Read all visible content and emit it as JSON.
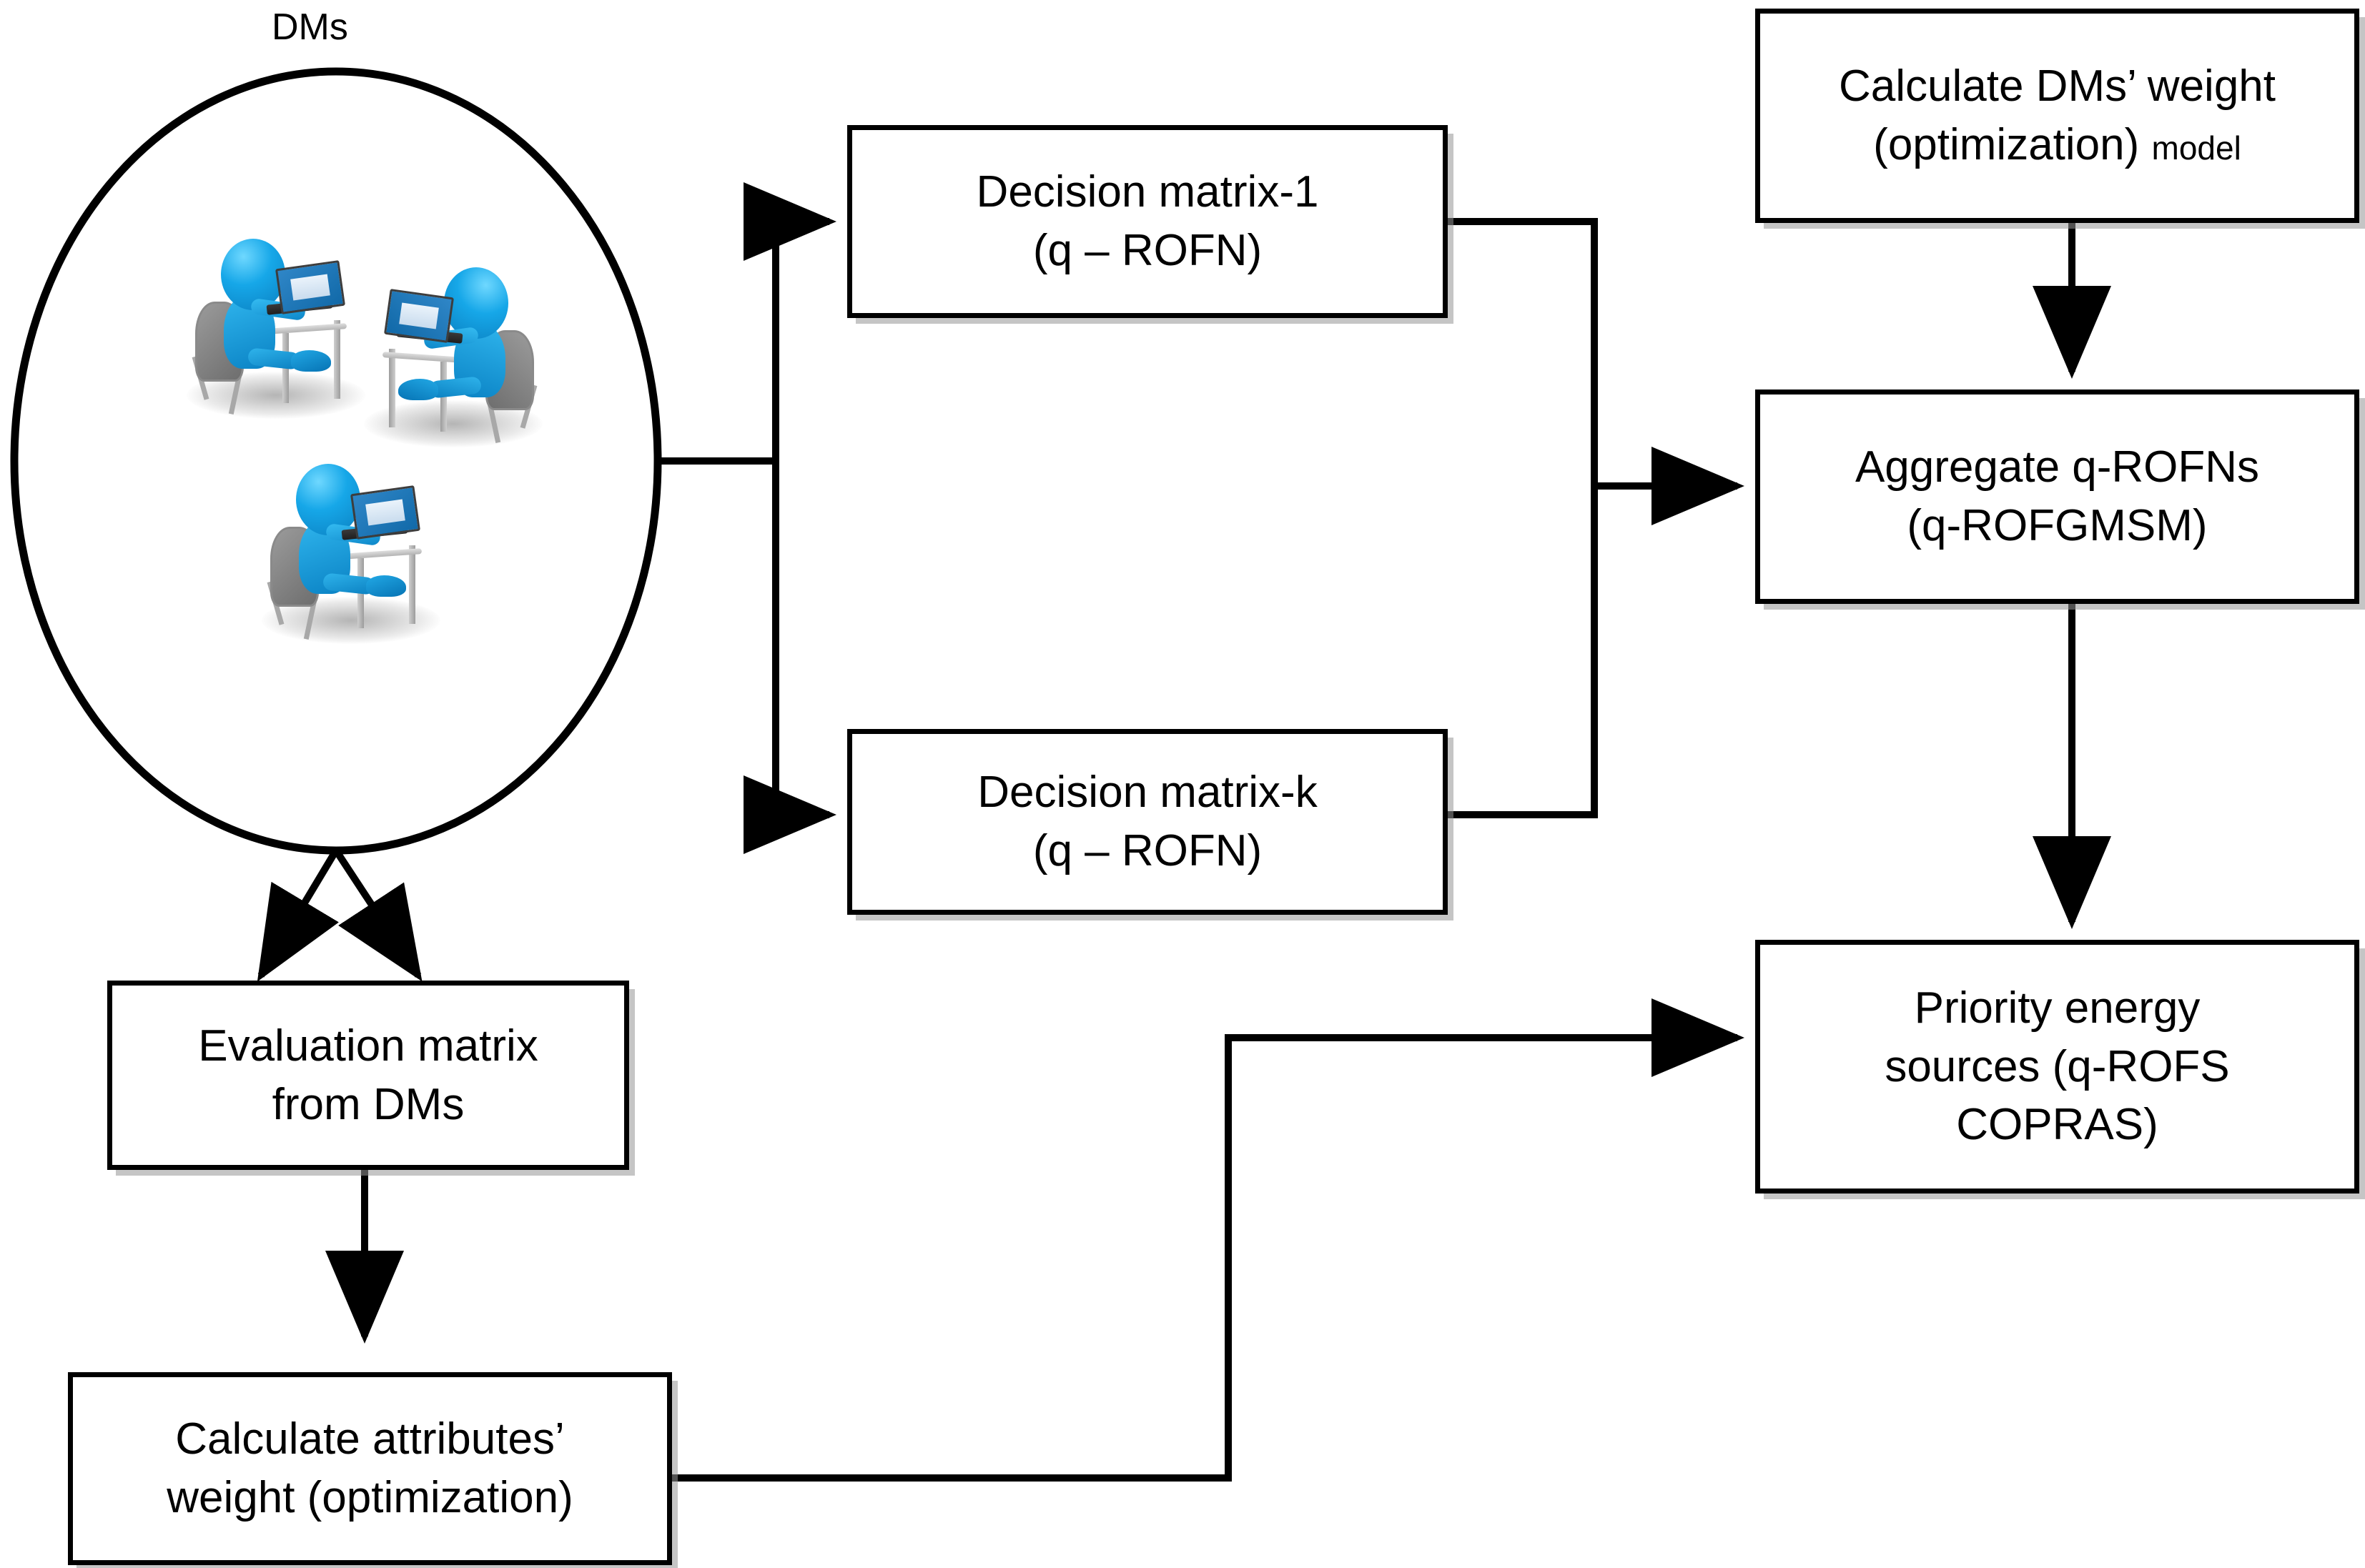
{
  "diagram": {
    "title_label": "DMs",
    "type": "flowchart",
    "colors": {
      "node_border": "#000000",
      "node_fill": "#ffffff",
      "connector": "#000000",
      "figure_blue": "#16a7e8",
      "chair_gray": "#8a8a8a"
    },
    "group": {
      "name": "dms-group",
      "label": "DMs",
      "member_count": 3,
      "member_icon": "person-at-laptop-icon"
    },
    "nodes": [
      {
        "id": "decision-matrix-1",
        "line1": "Decision matrix-1",
        "line2": "(q – ROFN)"
      },
      {
        "id": "decision-matrix-k",
        "line1": "Decision matrix-k",
        "line2": "(q – ROFN)"
      },
      {
        "id": "calculate-dms-weight",
        "line1": "Calculate DMs’ weight",
        "line2a": "(optimization)",
        "line2b": "model"
      },
      {
        "id": "aggregate-q-rofns",
        "line1": "Aggregate q-ROFNs",
        "line2": "(q-ROFGMSM)"
      },
      {
        "id": "priority-energy-sources",
        "line1": "Priority energy",
        "line2": "sources (q-ROFS",
        "line3": "COPRAS)"
      },
      {
        "id": "evaluation-matrix",
        "line1": "Evaluation matrix",
        "line2": "from DMs"
      },
      {
        "id": "calculate-attributes-weight",
        "line1": "Calculate attributes’",
        "line2": "weight (optimization)"
      }
    ],
    "edges": [
      {
        "from": "dms-group",
        "to": "decision-matrix-1",
        "style": "orthogonal-arrow"
      },
      {
        "from": "dms-group",
        "to": "decision-matrix-k",
        "style": "orthogonal-arrow"
      },
      {
        "from": "dms-group",
        "to": "evaluation-matrix",
        "style": "diagonal-arrow-left"
      },
      {
        "from": "dms-group",
        "to": "evaluation-matrix",
        "style": "diagonal-arrow-right"
      },
      {
        "from": "decision-matrix-1",
        "to": "aggregate-q-rofns",
        "style": "orthogonal-merge-arrow"
      },
      {
        "from": "decision-matrix-k",
        "to": "aggregate-q-rofns",
        "style": "orthogonal-merge-arrow"
      },
      {
        "from": "calculate-dms-weight",
        "to": "aggregate-q-rofns",
        "style": "straight-down-arrow"
      },
      {
        "from": "aggregate-q-rofns",
        "to": "priority-energy-sources",
        "style": "straight-down-arrow"
      },
      {
        "from": "evaluation-matrix",
        "to": "calculate-attributes-weight",
        "style": "straight-down-arrow"
      },
      {
        "from": "calculate-attributes-weight",
        "to": "priority-energy-sources",
        "style": "orthogonal-arrow"
      }
    ]
  }
}
